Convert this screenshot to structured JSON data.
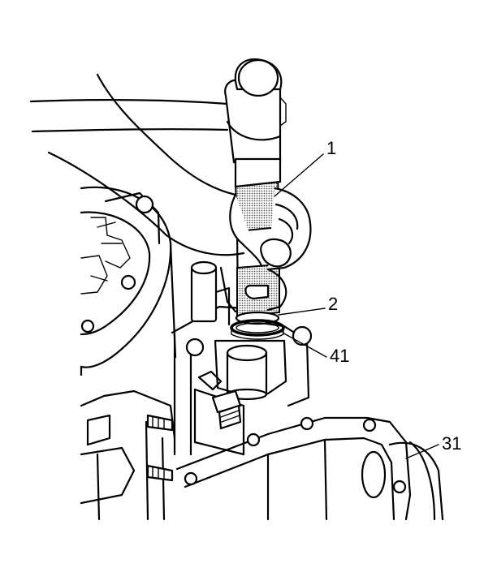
{
  "colors": {
    "line": "#000000",
    "background": "#ffffff",
    "shade": "#9a9a9a"
  },
  "callouts": {
    "c1": "1",
    "c2": "2",
    "c41": "41",
    "c31": "31"
  }
}
